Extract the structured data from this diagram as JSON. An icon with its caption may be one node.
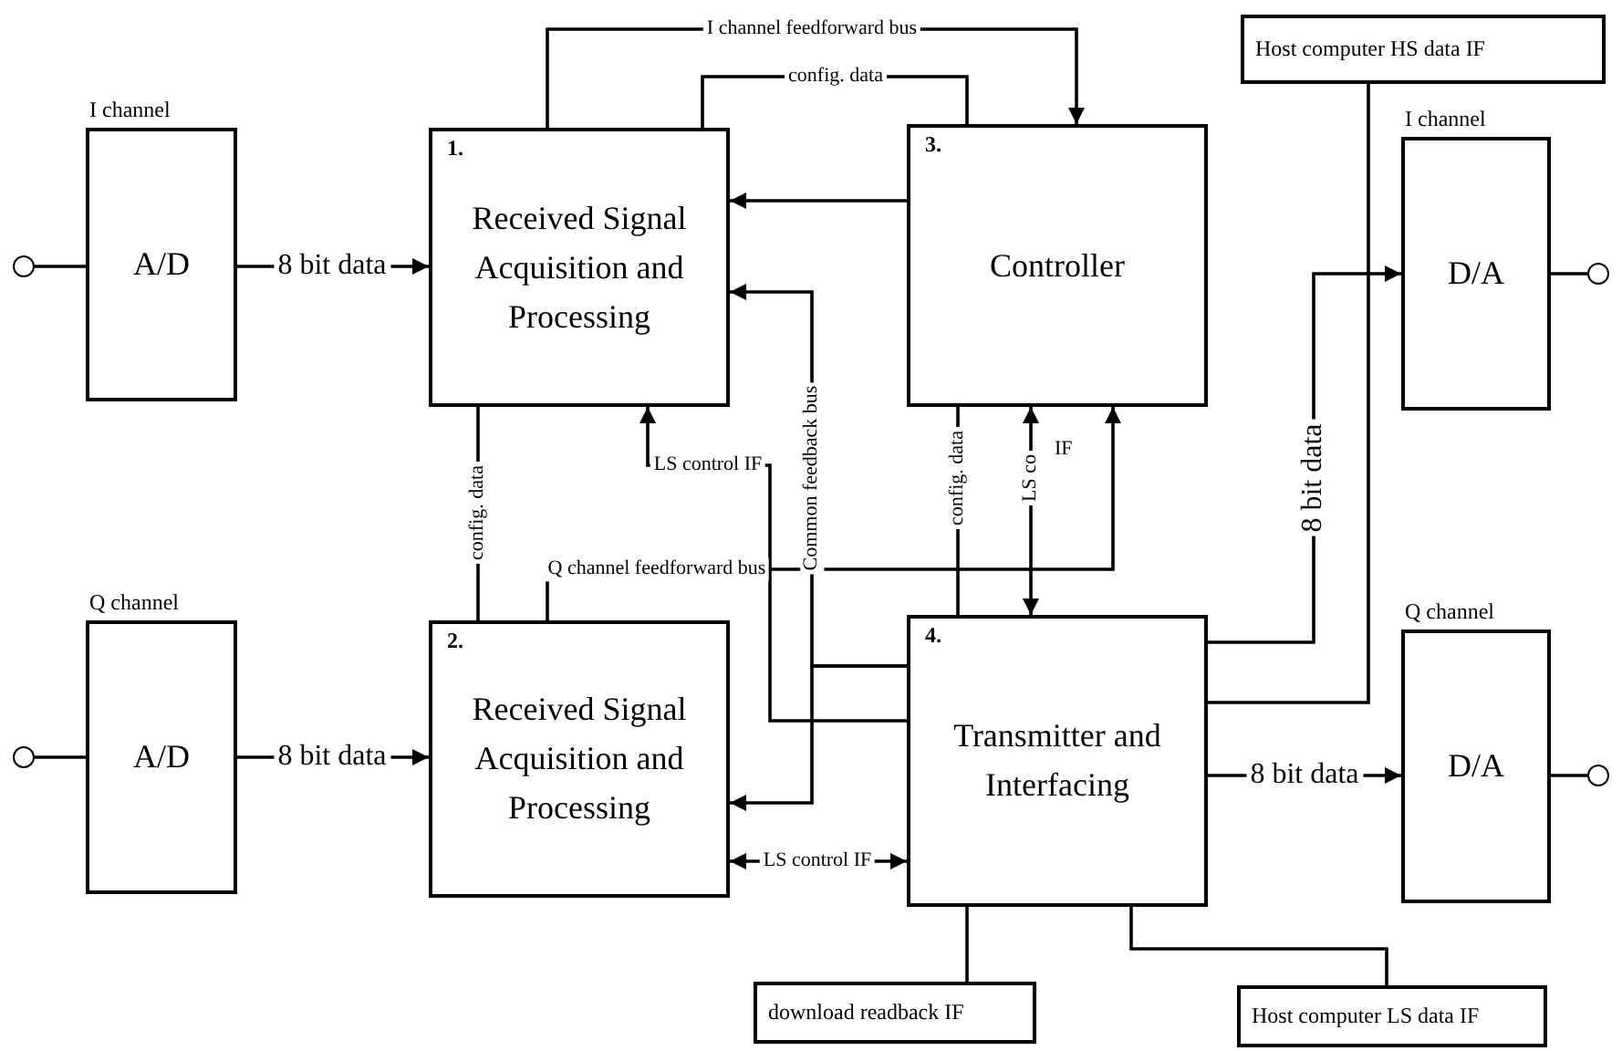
{
  "diagram": {
    "nodes": [
      {
        "text": [
          "I channel",
          "A/D"
        ]
      },
      {
        "text": [
          "1.",
          "Received Signal Acquisition and Processing"
        ]
      },
      {
        "text": [
          "3.",
          "Controller"
        ]
      },
      {
        "text": [
          "Host computer HS data IF"
        ]
      },
      {
        "text": [
          "I channel",
          "D/A"
        ]
      },
      {
        "text": [
          "Q channel",
          "A/D"
        ]
      },
      {
        "text": [
          "2.",
          "Received Signal Acquisition and Processing"
        ]
      },
      {
        "text": [
          "4.",
          "Transmitter and Interfacing"
        ]
      },
      {
        "text": [
          "Q channel",
          "D/A"
        ]
      },
      {
        "text": [
          "download readback IF"
        ]
      },
      {
        "text": [
          "Host computer LS data IF"
        ]
      },
      {
        "text": [],
        "shape": "circle"
      },
      {
        "text": [],
        "shape": "circle"
      },
      {
        "text": [],
        "shape": "circle"
      },
      {
        "text": [],
        "shape": "circle"
      }
    ],
    "edges": [
      {
        "from": 11,
        "to": 0,
        "arrow": "none"
      },
      {
        "from": 12,
        "to": 5,
        "arrow": "none"
      },
      {
        "from": 0,
        "to": 1,
        "arrow": "to",
        "label": "8 bit data"
      },
      {
        "from": 5,
        "to": 6,
        "arrow": "to",
        "label": "8 bit data"
      },
      {
        "from": 1,
        "to": 2,
        "arrow": "to",
        "label": "I channel feedforward bus"
      },
      {
        "from": 1,
        "to": 2,
        "arrow": "none",
        "label": "config. data"
      },
      {
        "from": 7,
        "to": 1,
        "arrow": "to",
        "label": "Common feedback bus"
      },
      {
        "from": 7,
        "to": 6,
        "arrow": "to"
      },
      {
        "from": 2,
        "to": 1,
        "arrow": "to"
      },
      {
        "from": 7,
        "to": 1,
        "arrow": "to",
        "label": "LS control IF"
      },
      {
        "from": 6,
        "to": 7,
        "arrow": "both",
        "label": "LS control IF"
      },
      {
        "from": 1,
        "to": 6,
        "arrow": "none",
        "label": "config. data"
      },
      {
        "from": 6,
        "to": 2,
        "arrow": "to",
        "label": "Q channel feedforward bus"
      },
      {
        "from": 2,
        "to": 7,
        "arrow": "none",
        "label": "config. data"
      },
      {
        "from": 7,
        "to": 2,
        "arrow": "both",
        "label": "LS co"
      },
      {
        "from": 7,
        "to": 4,
        "arrow": "to",
        "label": "8 bit data"
      },
      {
        "from": 3,
        "to": 7,
        "arrow": "none"
      },
      {
        "from": 7,
        "to": 8,
        "arrow": "to",
        "label": "8 bit data"
      },
      {
        "from": 7,
        "to": 9,
        "arrow": "none"
      },
      {
        "from": 7,
        "to": 10,
        "arrow": "none"
      },
      {
        "from": 4,
        "to": 13,
        "arrow": "none"
      },
      {
        "from": 8,
        "to": 14,
        "arrow": "none"
      }
    ],
    "labels": [
      "IF"
    ]
  }
}
